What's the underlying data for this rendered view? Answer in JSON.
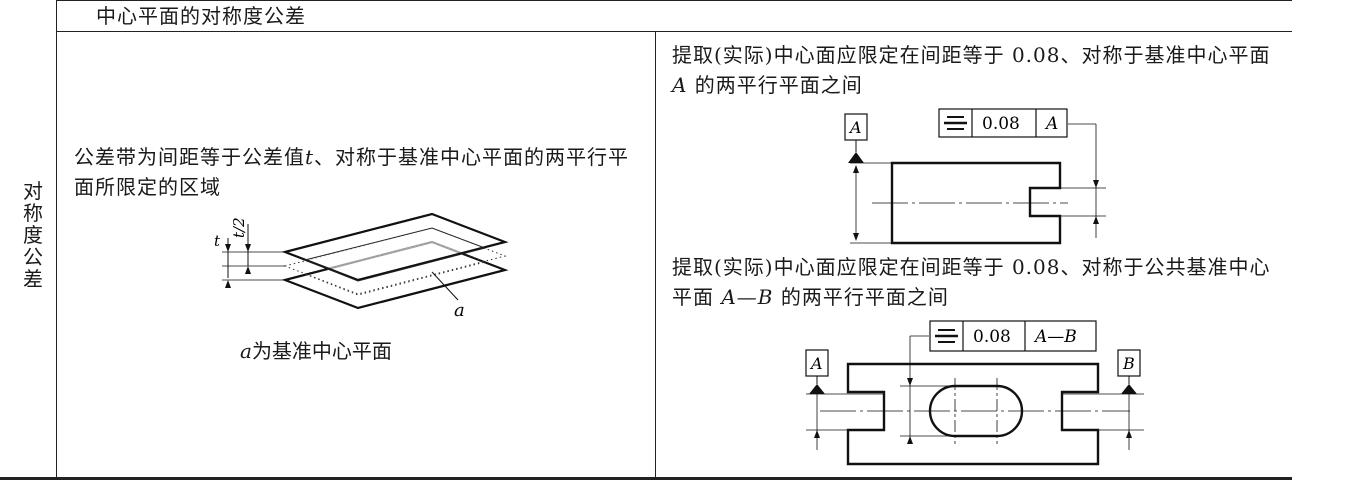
{
  "row_label": [
    "对",
    "称",
    "度",
    "公",
    "差"
  ],
  "header": {
    "title": "中心平面的对称度公差"
  },
  "left": {
    "description_before_t": "公差带为间距等于公差值",
    "symbol_t": "t",
    "description_after_t": "、对称于基准中心平面的两平行平面所限定的区域",
    "fig_label_t": "t",
    "fig_label_t2": "t/2",
    "fig_label_a": "a",
    "caption_symbol": "a",
    "caption_text": "为基准中心平面"
  },
  "right": {
    "case1": {
      "text_before_A": "提取(实际)中心面应限定在间距等于 0.08、对称于基准中心平面",
      "datum_A": "A",
      "text_after_A": " 的两平行平面之间",
      "frame_value": "0.08",
      "frame_datum": "A",
      "datum_label": "A"
    },
    "case2": {
      "text_before_AB": "提取(实际)中心面应限定在间距等于 0.08、对称于公共基准中心平面",
      "datum_AB": "A—B",
      "text_after_AB": " 的两平行平面之间",
      "frame_value": "0.08",
      "frame_datum": "A—B",
      "datum_label_A": "A",
      "datum_label_B": "B"
    }
  }
}
